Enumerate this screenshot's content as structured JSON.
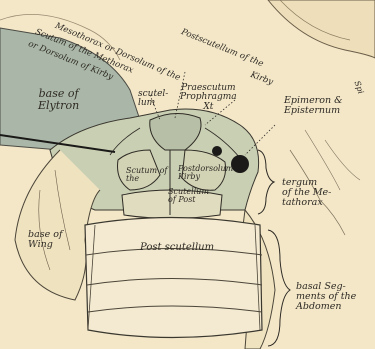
{
  "labels": {
    "mesothorax": "Mesothorax or Dorsolum of the",
    "postscutellum_top": "Postscutellum of the",
    "scutum": "Scutum of the Methorax",
    "dorsolum": "or Dorsolum of Kirby",
    "kirby_top": "Kirby",
    "base_of_elytron": "base of\nElytron",
    "praescutum": "Praescutum\nProphragma\nXt",
    "scutellum_left": "scutel-\nlum",
    "epimeron": "Epimeron &\nEpisternum",
    "scutum_mid": "Scutum of\nthe",
    "post_dorsolum": "Postdorsolum\nKirby",
    "scutellum_lower": "Scutellum\nof Post",
    "tergum": "tergum\nof the Me-\ntathorax",
    "base_of_wing": "base of\nWing",
    "post_scutellum_main": "Post scutellum",
    "basal_segments": "basal Seg-\nments of the\nAbdomen",
    "spi": "Spi"
  },
  "colors": {
    "paper": "#f3e7c8",
    "elytron_wash": "#aab7a8",
    "body_wash": "#c9cfb3",
    "ink": "#2e2a24",
    "spiracle": "#1b1a18"
  }
}
